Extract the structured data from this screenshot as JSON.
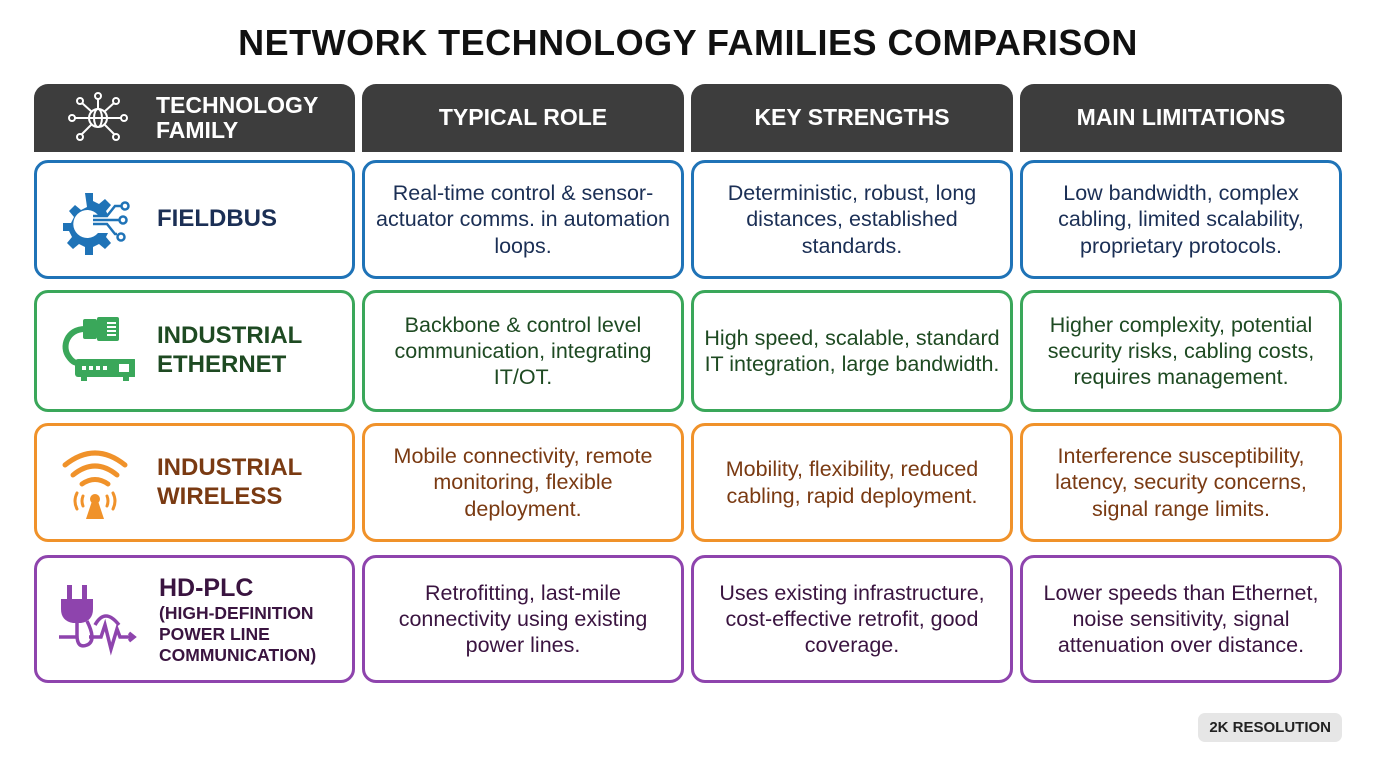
{
  "title": "NETWORK TECHNOLOGY FAMILIES COMPARISON",
  "headers": [
    "TECHNOLOGY FAMILY",
    "TYPICAL ROLE",
    "KEY STRENGTHS",
    "MAIN LIMITATIONS"
  ],
  "header_icon": "network-globe-icon",
  "rows": [
    {
      "family": "FIELDBUS",
      "family_sub": "",
      "icon": "gear-circuit-icon",
      "color": "#1f73b7",
      "text_color": "#1b2f55",
      "role": "Real-time control & sensor-actuator comms. in automation loops.",
      "strengths": "Deterministic, robust, long distances, established standards.",
      "limitations": "Low bandwidth, complex cabling, limited scalability, proprietary protocols."
    },
    {
      "family": "INDUSTRIAL ETHERNET",
      "family_sub": "",
      "icon": "ethernet-switch-icon",
      "color": "#3aa75a",
      "text_color": "#1e4a22",
      "role": "Backbone & control level communication, integrating IT/OT.",
      "strengths": "High speed, scalable, standard IT integration, large bandwidth.",
      "limitations": "Higher complexity, potential security risks, cabling costs, requires management."
    },
    {
      "family": "INDUSTRIAL WIRELESS",
      "family_sub": "",
      "icon": "wireless-antenna-icon",
      "color": "#f0922a",
      "text_color": "#7a3a12",
      "role": "Mobile connectivity, remote monitoring, flexible deployment.",
      "strengths": "Mobility, flexibility, reduced cabling, rapid deployment.",
      "limitations": "Interference susceptibility, latency, security concerns, signal range limits."
    },
    {
      "family": "HD-PLC",
      "family_sub": "(HIGH-DEFINITION POWER LINE COMMUNICATION)",
      "icon": "power-plug-signal-icon",
      "color": "#8e44ad",
      "text_color": "#3a1440",
      "role": "Retrofitting, last-mile connectivity using existing power lines.",
      "strengths": "Uses existing infrastructure, cost-effective retrofit, good coverage.",
      "limitations": "Lower speeds than Ethernet, noise sensitivity, signal attenuation over distance."
    }
  ],
  "badge": "2K RESOLUTION"
}
